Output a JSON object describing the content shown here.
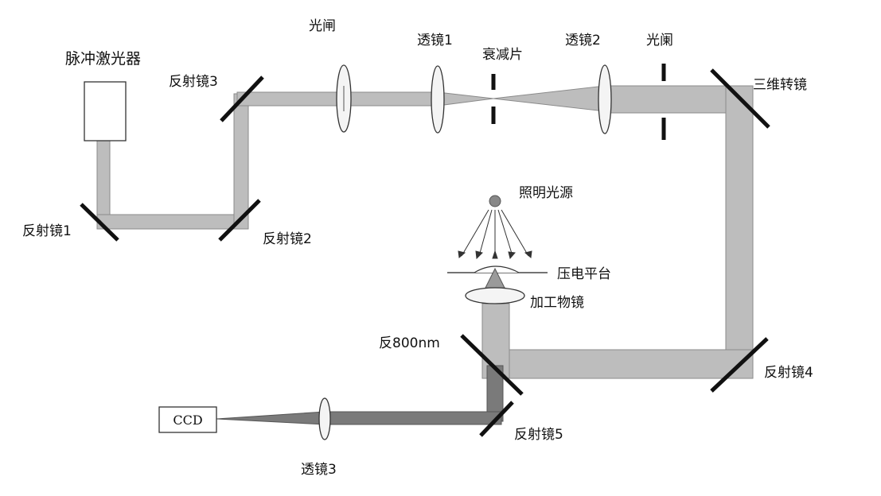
{
  "labels": {
    "laser": "脉冲激光器",
    "mirror1": "反射镜1",
    "mirror2": "反射镜2",
    "mirror3": "反射镜3",
    "shutter": "光闸",
    "lens1": "透镜1",
    "attenuator": "衰减片",
    "lens2": "透镜2",
    "aperture": "光阑",
    "galvo": "三维转镜",
    "light_source": "照明光源",
    "stage": "压电平台",
    "objective": "加工物镜",
    "dichroic": "反800nm",
    "mirror4": "反射镜4",
    "mirror5": "反射镜5",
    "ccd": "CCD",
    "lens3": "透镜3"
  }
}
